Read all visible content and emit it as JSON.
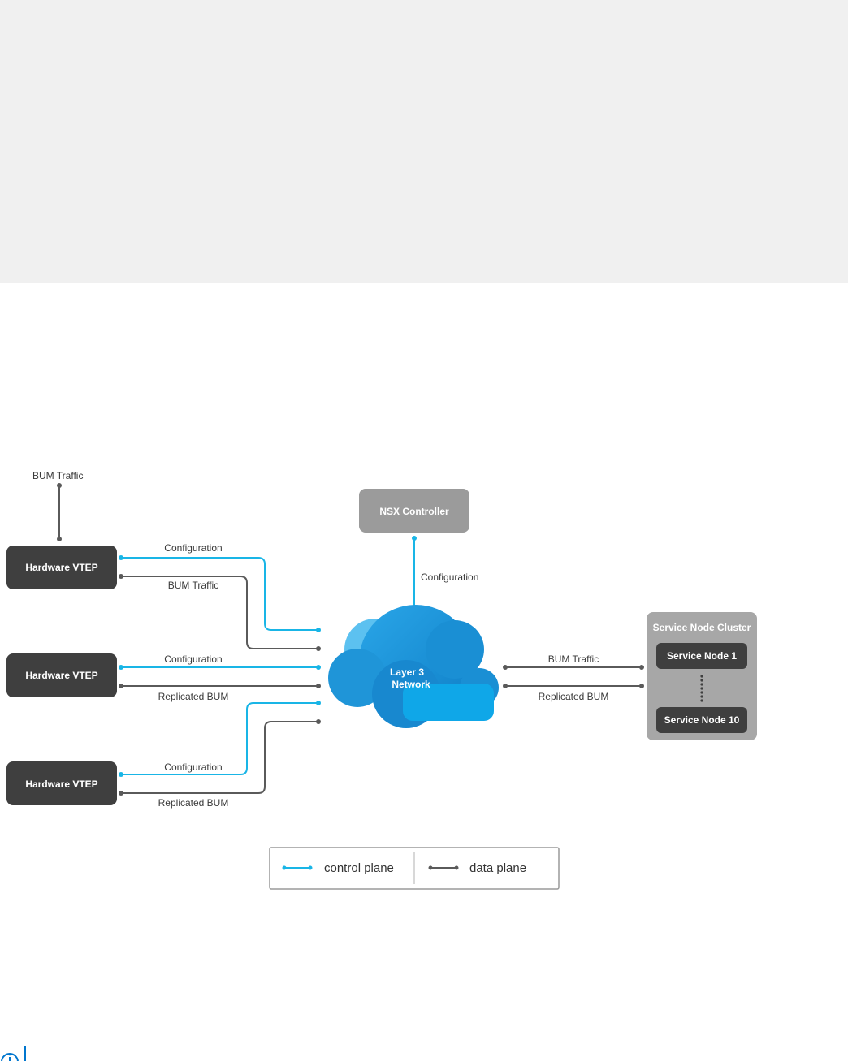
{
  "colors": {
    "control": "#19b5e6",
    "data": "#5a5a5a",
    "vtep_box": "#3f3f3f",
    "controller_box": "#9b9b9b",
    "cluster_box": "#a7a7a7",
    "node_box": "#3f3f3f",
    "cloud": "#1a8fd4",
    "page_top_bg": "#f0f0f0"
  },
  "diagram": {
    "top_bum_label": "BUM Traffic",
    "vteps": [
      {
        "label": "Hardware VTEP",
        "control_label": "Configuration",
        "data_label": "BUM Traffic"
      },
      {
        "label": "Hardware VTEP",
        "control_label": "Configuration",
        "data_label": "Replicated BUM"
      },
      {
        "label": "Hardware VTEP",
        "control_label": "Configuration",
        "data_label": "Replicated BUM"
      }
    ],
    "controller": {
      "label": "NSX Controller",
      "link_label": "Configuration"
    },
    "network": {
      "line1": "Layer 3",
      "line2": "Network"
    },
    "cluster": {
      "title": "Service Node Cluster",
      "nodes": [
        "Service Node 1",
        "Service Node 10"
      ],
      "bum_label": "BUM Traffic",
      "replicated_label": "Replicated BUM"
    },
    "legend": {
      "control": "control plane",
      "data": "data plane"
    }
  },
  "note": {
    "icon": "info-icon"
  }
}
